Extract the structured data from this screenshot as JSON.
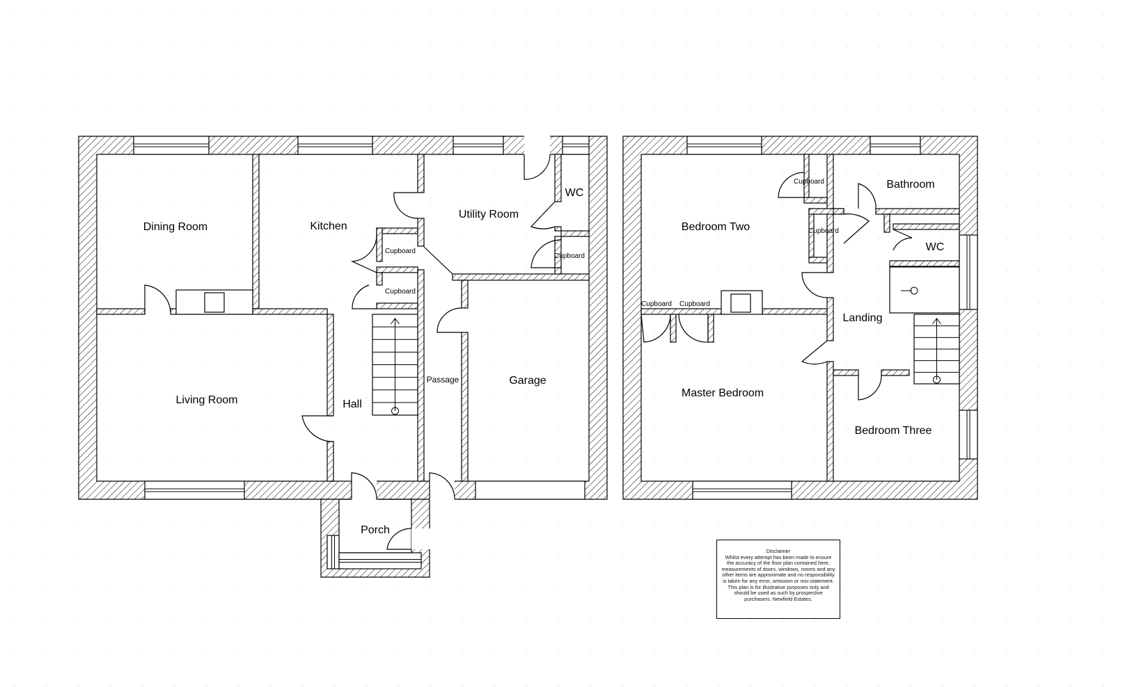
{
  "ground_floor": {
    "rooms": {
      "dining_room": "Dining Room",
      "kitchen": "Kitchen",
      "utility_room": "Utility Room",
      "wc": "WC",
      "cupboard_1": "Cupboard",
      "cupboard_2": "Cupboard",
      "cupboard_3": "Cupboard",
      "living_room": "Living Room",
      "hall": "Hall",
      "passage": "Passage",
      "garage": "Garage",
      "porch": "Porch"
    }
  },
  "first_floor": {
    "rooms": {
      "bedroom_two": "Bedroom Two",
      "cupboard_1": "Cupboard",
      "cupboard_2": "Cupboard",
      "bathroom": "Bathroom",
      "wc": "WC",
      "landing": "Landing",
      "cupboard_3": "Cupboard",
      "cupboard_4": "Cupboard",
      "master_bedroom": "Master Bedroom",
      "bedroom_three": "Bedroom Three"
    }
  },
  "disclaimer": {
    "title": "Disclaimer",
    "body": "Whilst every attempt has been made to ensure the accuracy of the floor plan contained here, measurements of doors, windows, rooms and any other items are approximate and no responsibility is taken for any error, omission or mis-statement. This plan is for illustrative purposes only and should be used as such by prospective purchasers. Newfield Estates."
  }
}
